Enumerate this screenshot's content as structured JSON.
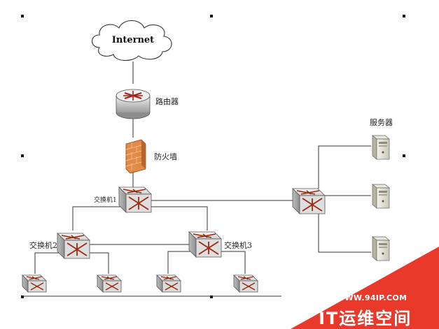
{
  "diagram": {
    "nodes": {
      "internet": {
        "label": "Internet"
      },
      "router": {
        "label": "路由器"
      },
      "firewall": {
        "label": "防火墙"
      },
      "core_switch": {
        "label": "交换机1"
      },
      "switch2": {
        "label": "交换机2"
      },
      "switch3": {
        "label": "交换机3"
      },
      "server_group": {
        "label": "服务器"
      }
    }
  },
  "watermark": {
    "url": "WWW.94IP.COM",
    "brand": "IT运维空间",
    "color": "#e8392b"
  },
  "colors": {
    "line": "#333333",
    "firewall": "#e07a3a",
    "device_body": "#e4e4e4"
  }
}
